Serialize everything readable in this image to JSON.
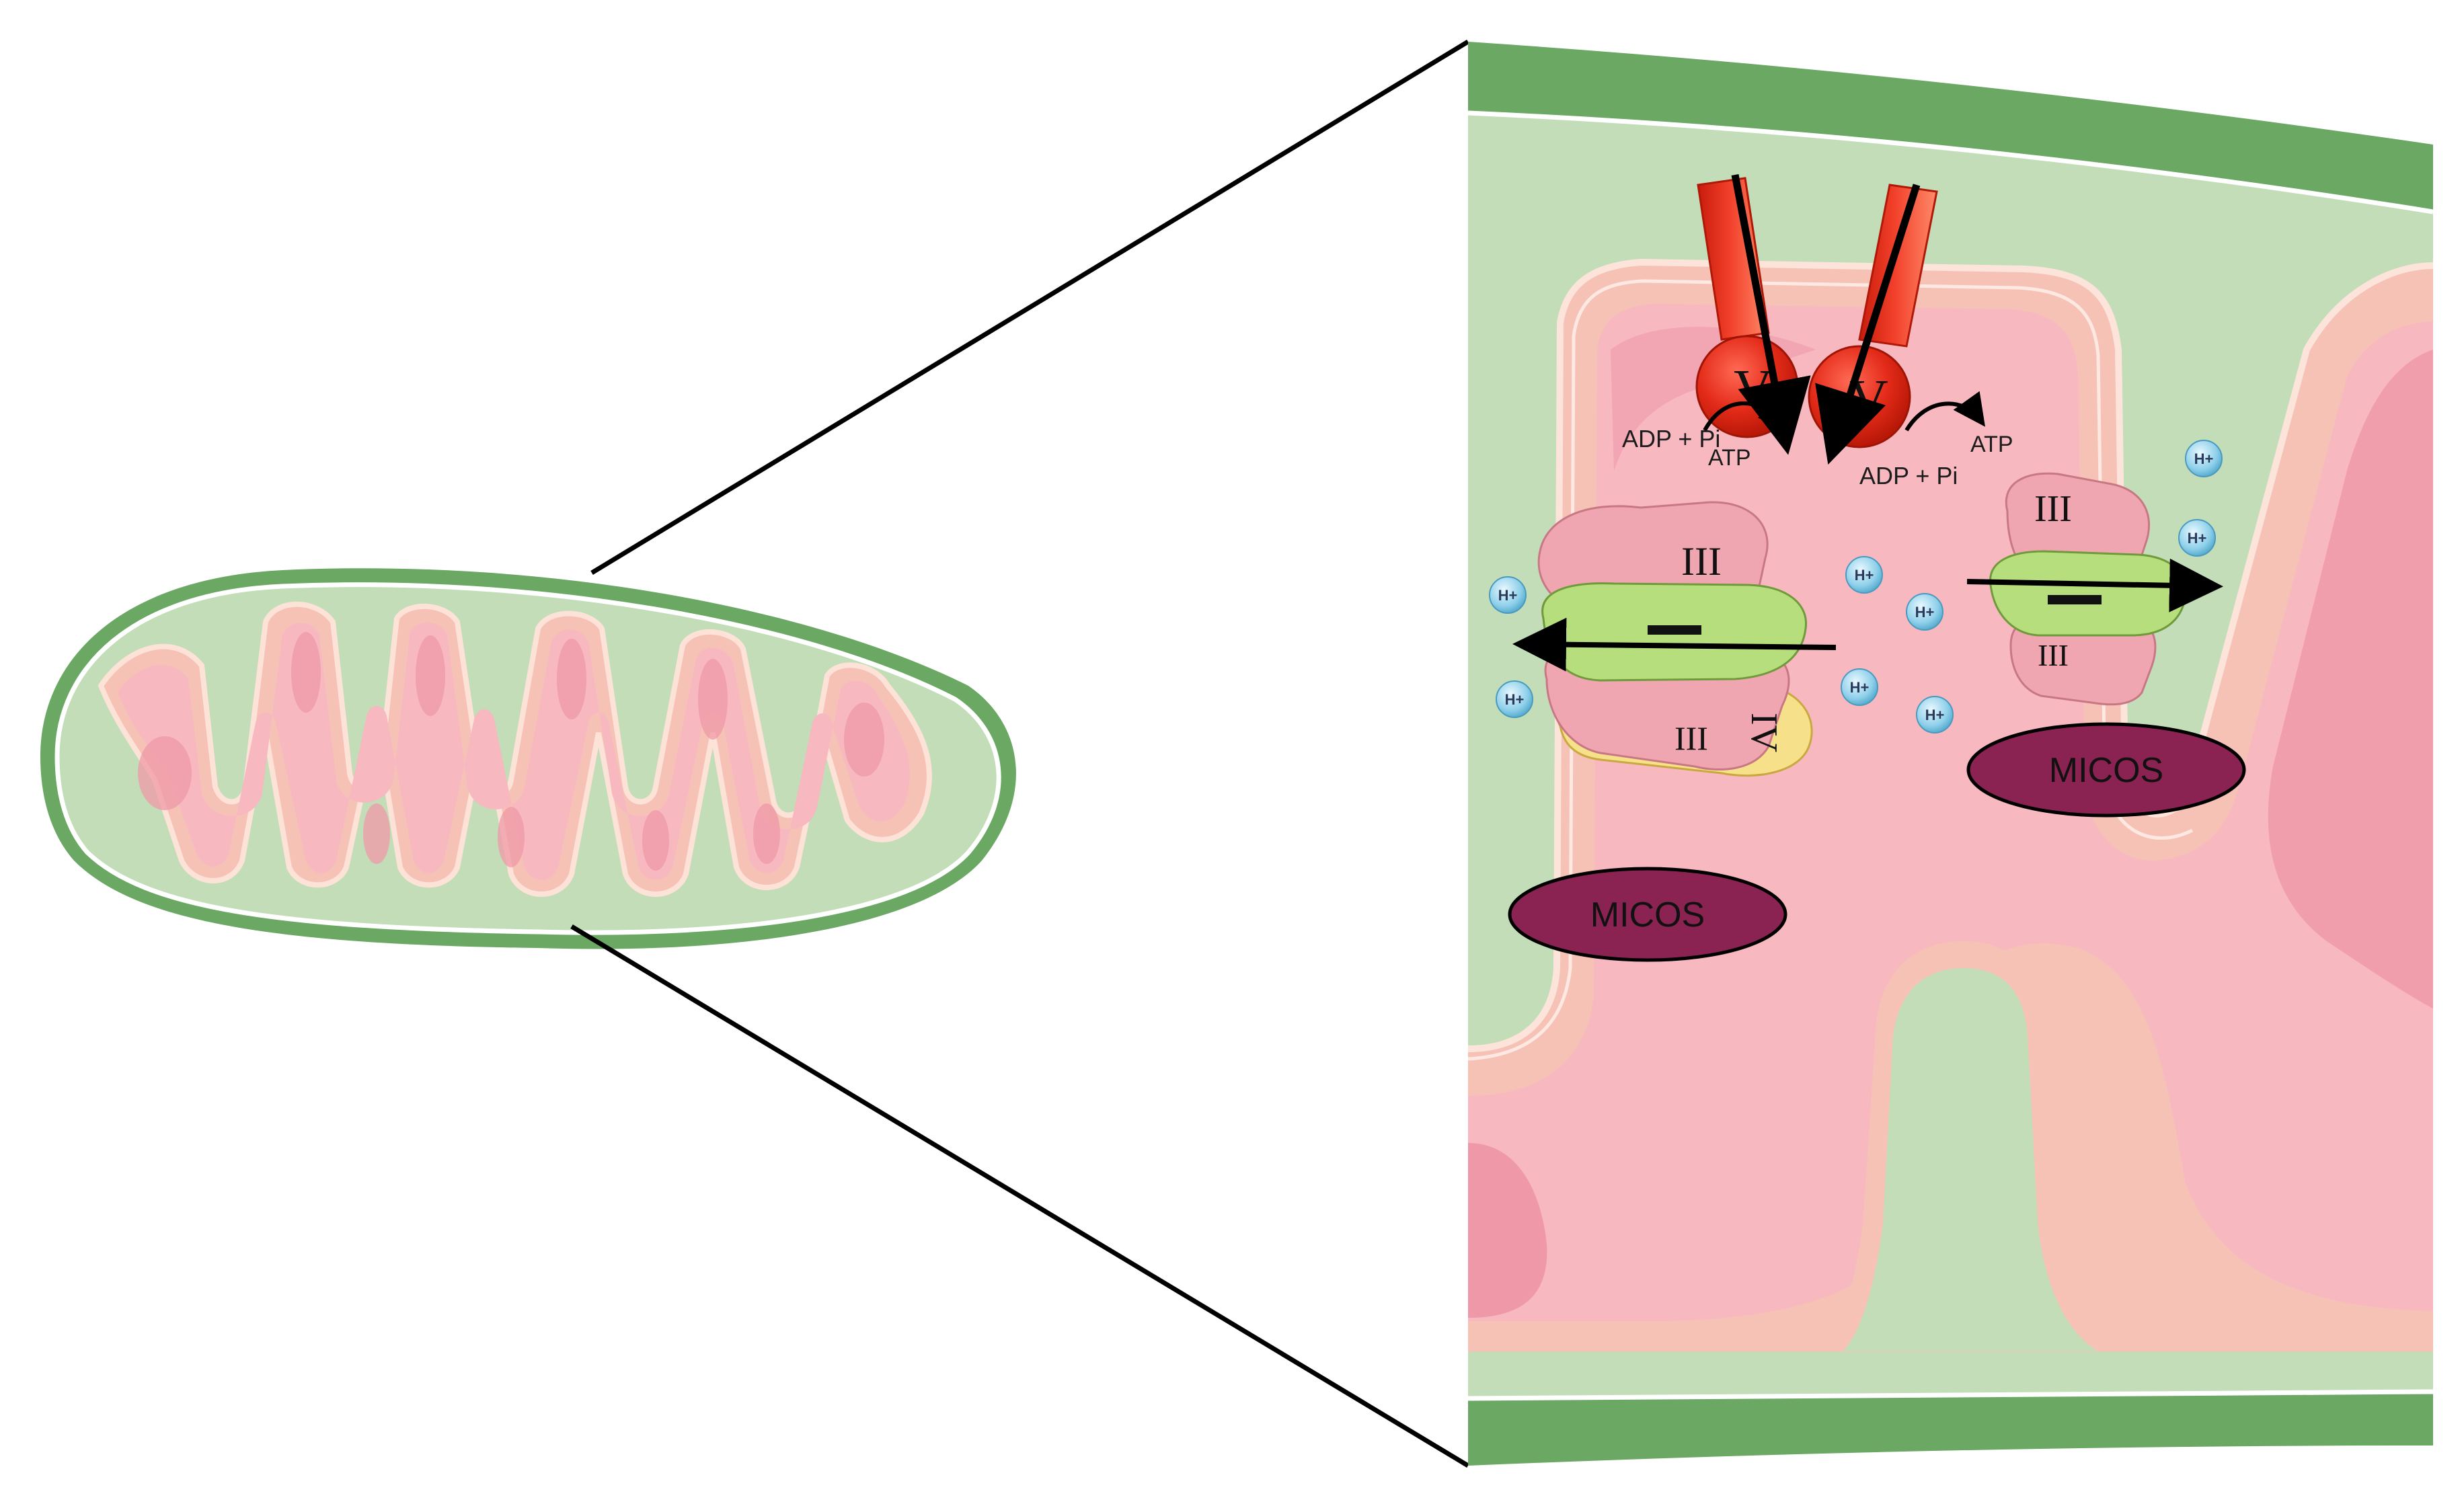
{
  "labels": {
    "adp_left": "ADP + Pi",
    "atp_left": "ATP",
    "adp_right": "ADP + Pi",
    "atp_right": "ATP",
    "micos_left": "MICOS",
    "micos_right": "MICOS",
    "proton": "H+"
  },
  "complexes": {
    "atp_synthase_left_numeral": "V",
    "atp_synthase_right_numeral": "V",
    "left_upper_numeral": "III",
    "left_middle_numeral": "I",
    "left_lower_numeral": "III",
    "left_yellow_numeral": "IV",
    "right_upper_numeral": "III",
    "right_middle_numeral": "I",
    "right_lower_numeral": "III"
  },
  "colors": {
    "outer_membrane": "#6aa864",
    "intermembrane_space": "#c2ddb8",
    "inner_membrane": "#f6c2b6",
    "matrix": "#f7b8c0",
    "matrix_dark": "#ef98a8",
    "complex_pink": "#f0a6b0",
    "complex_green": "#b7de7c",
    "complex_yellow": "#f6e08a",
    "atp_synthase": "#e8301e",
    "micos": "#8a2352",
    "proton": "#8fd0ea"
  }
}
